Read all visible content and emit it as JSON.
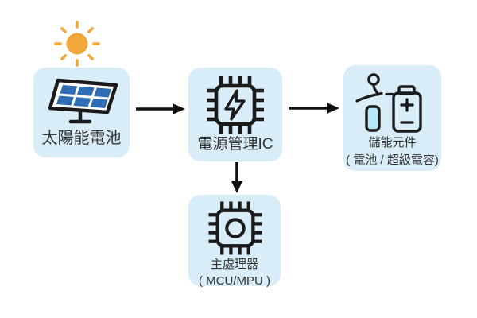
{
  "nodes": {
    "solar": {
      "label": "太陽能電池",
      "icon": "solar-panel-icon"
    },
    "pmic": {
      "label": "電源管理IC",
      "icon": "power-ic-chip-icon"
    },
    "storage": {
      "label": "儲能元件",
      "sublabel": "( 電池 / 超級電容)",
      "icon": "battery-capacitor-icon"
    },
    "processor": {
      "label": "主處理器",
      "sublabel": "( MCU/MPU )",
      "icon": "mcu-chip-icon"
    }
  },
  "decorations": {
    "sun": "sun-icon"
  },
  "edges": [
    {
      "from": "solar",
      "to": "pmic",
      "direction": "right"
    },
    {
      "from": "pmic",
      "to": "storage",
      "direction": "right"
    },
    {
      "from": "pmic",
      "to": "processor",
      "direction": "down"
    }
  ],
  "colors": {
    "background": "#ffffff",
    "node_fill": "#d9edf8",
    "icon_stroke": "#1a1a1a",
    "arrow": "#111111",
    "text": "#333333",
    "sun": "#f2a73b",
    "solar_cell": "#2e6db4",
    "capacitor_fill": "#b7e8f4"
  }
}
